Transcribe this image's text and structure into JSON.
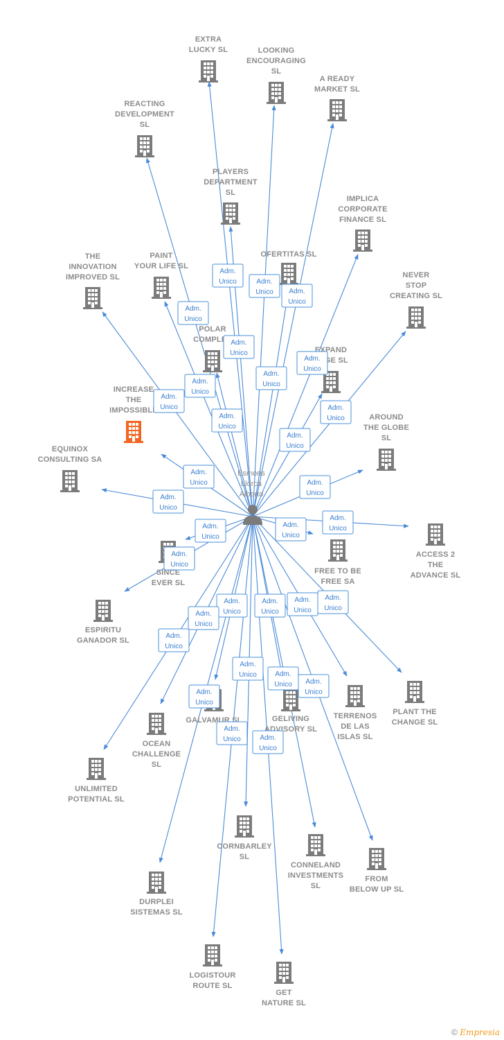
{
  "colors": {
    "edge": "#4a8ad8",
    "building": "#7b7b7b",
    "highlight": "#f26522",
    "person": "#7b7b7b"
  },
  "center": {
    "name_lines": [
      "Esmoris",
      "Llorca",
      "Alberto"
    ],
    "icon": "person-icon"
  },
  "badge_text": [
    "Adm.",
    "Unico"
  ],
  "companies": [
    {
      "id": "extra-lucky",
      "lines": [
        "EXTRA",
        "LUCKY  SL"
      ]
    },
    {
      "id": "looking-encouraging",
      "lines": [
        "LOOKING",
        "ENCOURAGING",
        "SL"
      ]
    },
    {
      "id": "a-ready-market",
      "lines": [
        "A READY",
        "MARKET  SL"
      ]
    },
    {
      "id": "reacting-development",
      "lines": [
        "REACTING",
        "DEVELOPMENT",
        "SL"
      ]
    },
    {
      "id": "players-department",
      "lines": [
        "PLAYERS",
        "DEPARTMENT",
        "SL"
      ]
    },
    {
      "id": "implica-corporate",
      "lines": [
        "IMPLICA",
        "CORPORATE",
        "FINANCE  SL"
      ]
    },
    {
      "id": "the-innovation-improved",
      "lines": [
        "THE",
        "INNOVATION",
        "IMPROVED  SL"
      ]
    },
    {
      "id": "paint-your-life",
      "lines": [
        "PAINT",
        "YOUR LIFE  SL"
      ]
    },
    {
      "id": "ofertitas",
      "lines": [
        "OFERTITAS  SL"
      ]
    },
    {
      "id": "never-stop-creating",
      "lines": [
        "NEVER",
        "STOP",
        "CREATING  SL"
      ]
    },
    {
      "id": "polar-complex",
      "lines": [
        "POLAR",
        "COMPLEX"
      ]
    },
    {
      "id": "expand-edge",
      "lines": [
        "EXPAND",
        "EDGE  SL"
      ]
    },
    {
      "id": "increase-the-impossible",
      "lines": [
        "INCREASE",
        "THE",
        "IMPOSSIBLE"
      ],
      "highlight": true
    },
    {
      "id": "around-the-globe",
      "lines": [
        "AROUND",
        "THE GLOBE",
        "SL"
      ]
    },
    {
      "id": "equinox-consulting",
      "lines": [
        "EQUINOX",
        "CONSULTING SA"
      ]
    },
    {
      "id": "since-ever",
      "lines": [
        "SINCE",
        "EVER  SL"
      ]
    },
    {
      "id": "free-to-be-free",
      "lines": [
        "FREE TO BE",
        "FREE SA"
      ]
    },
    {
      "id": "access-2-the-advance",
      "lines": [
        "ACCESS 2",
        "THE",
        "ADVANCE  SL"
      ]
    },
    {
      "id": "espiritu-ganador",
      "lines": [
        "ESPIRITU",
        "GANADOR SL"
      ]
    },
    {
      "id": "galvamur",
      "lines": [
        "GALVAMUR  SL"
      ]
    },
    {
      "id": "geliving-advisory",
      "lines": [
        "GELIVING",
        "ADVISORY  SL"
      ]
    },
    {
      "id": "terrenos-de-las-islas",
      "lines": [
        "TERRENOS",
        "DE LAS",
        "ISLAS  SL"
      ]
    },
    {
      "id": "plant-the-change",
      "lines": [
        "PLANT THE",
        "CHANGE  SL"
      ]
    },
    {
      "id": "ocean-challenge",
      "lines": [
        "OCEAN",
        "CHALLENGE",
        "SL"
      ]
    },
    {
      "id": "unlimited-potential",
      "lines": [
        "UNLIMITED",
        "POTENTIAL  SL"
      ]
    },
    {
      "id": "cornbarley",
      "lines": [
        "CORNBARLEY",
        "SL"
      ]
    },
    {
      "id": "conneland-investments",
      "lines": [
        "CONNELAND",
        "INVESTMENTS",
        "SL"
      ]
    },
    {
      "id": "from-below-up",
      "lines": [
        "FROM",
        "BELOW UP  SL"
      ]
    },
    {
      "id": "durplei-sistemas",
      "lines": [
        "DURPLEI",
        "SISTEMAS  SL"
      ]
    },
    {
      "id": "logistour-route",
      "lines": [
        "LOGISTOUR",
        "ROUTE  SL"
      ]
    },
    {
      "id": "get-nature",
      "lines": [
        "GET",
        "NATURE  SL"
      ]
    }
  ],
  "footer": {
    "copyright": "©",
    "brand": "Empresia"
  }
}
